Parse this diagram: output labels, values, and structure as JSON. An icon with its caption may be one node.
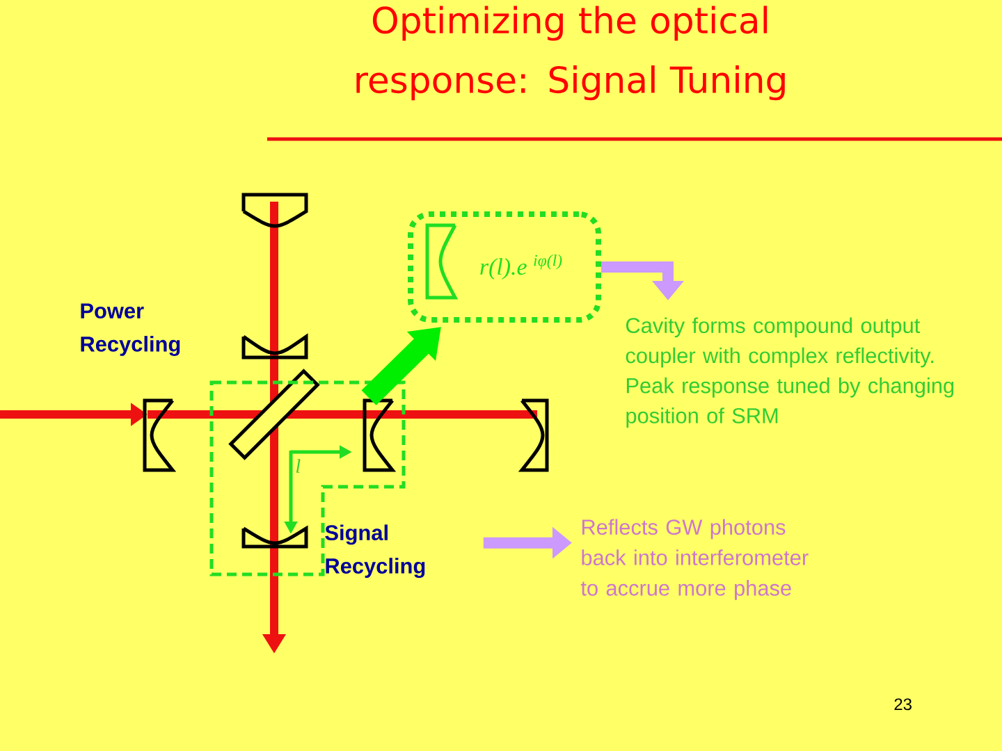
{
  "diagram": {
    "title": "Optimizing the optical response: Signal Tuning",
    "nodes": [
      {
        "text": [
          "Signal Recycling"
        ]
      },
      {
        "text": [
          "r(l).e $^{iφ(l)}$"
        ]
      },
      {
        "text": [
          "Cavity forms compound output coupler with complex reflectivity. Peak response tuned by changing position of SRM"
        ]
      },
      {
        "text": [
          "Reflects GW photons back into interferometer to accrue more phase"
        ]
      }
    ],
    "edges": [
      {
        "from": 0,
        "to": 1,
        "arrow": "to",
        "style": "thick",
        "color": "#00ee00"
      },
      {
        "from": 1,
        "to": 2,
        "arrow": "to"
      },
      {
        "from": 0,
        "to": 3,
        "arrow": "to"
      }
    ],
    "labels": [
      "Power Recycling",
      "l",
      "23"
    ]
  }
}
